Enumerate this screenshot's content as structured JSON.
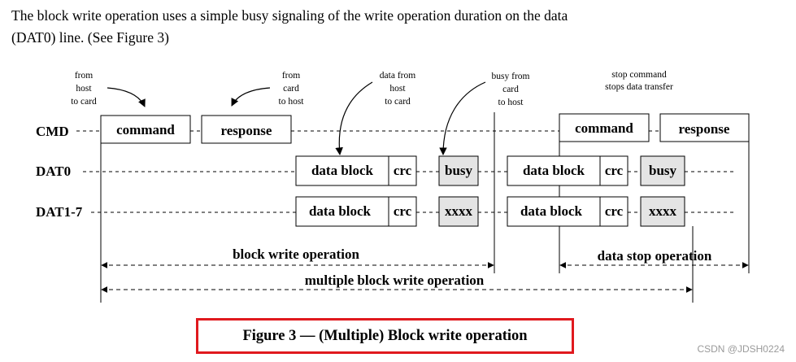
{
  "intro": {
    "line1": "The block write operation uses a simple busy signaling of the write operation duration on the data",
    "line2": "(DAT0) line. (See Figure 3)"
  },
  "notes": {
    "from_host": [
      "from",
      "host",
      "to card"
    ],
    "from_card": [
      "from",
      "card",
      "to host"
    ],
    "data_from_host": [
      "data from",
      "host",
      "to card"
    ],
    "busy_from_card": [
      "busy from",
      "card",
      "to host"
    ],
    "stop_command": [
      "stop command",
      "stops data transfer"
    ]
  },
  "signals": {
    "cmd": "CMD",
    "dat0": "DAT0",
    "dat1_7": "DAT1-7"
  },
  "blocks": {
    "command": "command",
    "response": "response",
    "data_block": "data block",
    "crc": "crc",
    "busy": "busy",
    "xxxx": "xxxx"
  },
  "operations": {
    "block_write": "block write operation",
    "data_stop": "data stop operation",
    "multiple_block_write": "multiple block write operation"
  },
  "caption": "Figure 3 — (Multiple) Block write operation",
  "credit": "CSDN @JDSH0224",
  "colors": {
    "caption_border": "#e0191e",
    "shaded_block": "#e4e4e4"
  }
}
